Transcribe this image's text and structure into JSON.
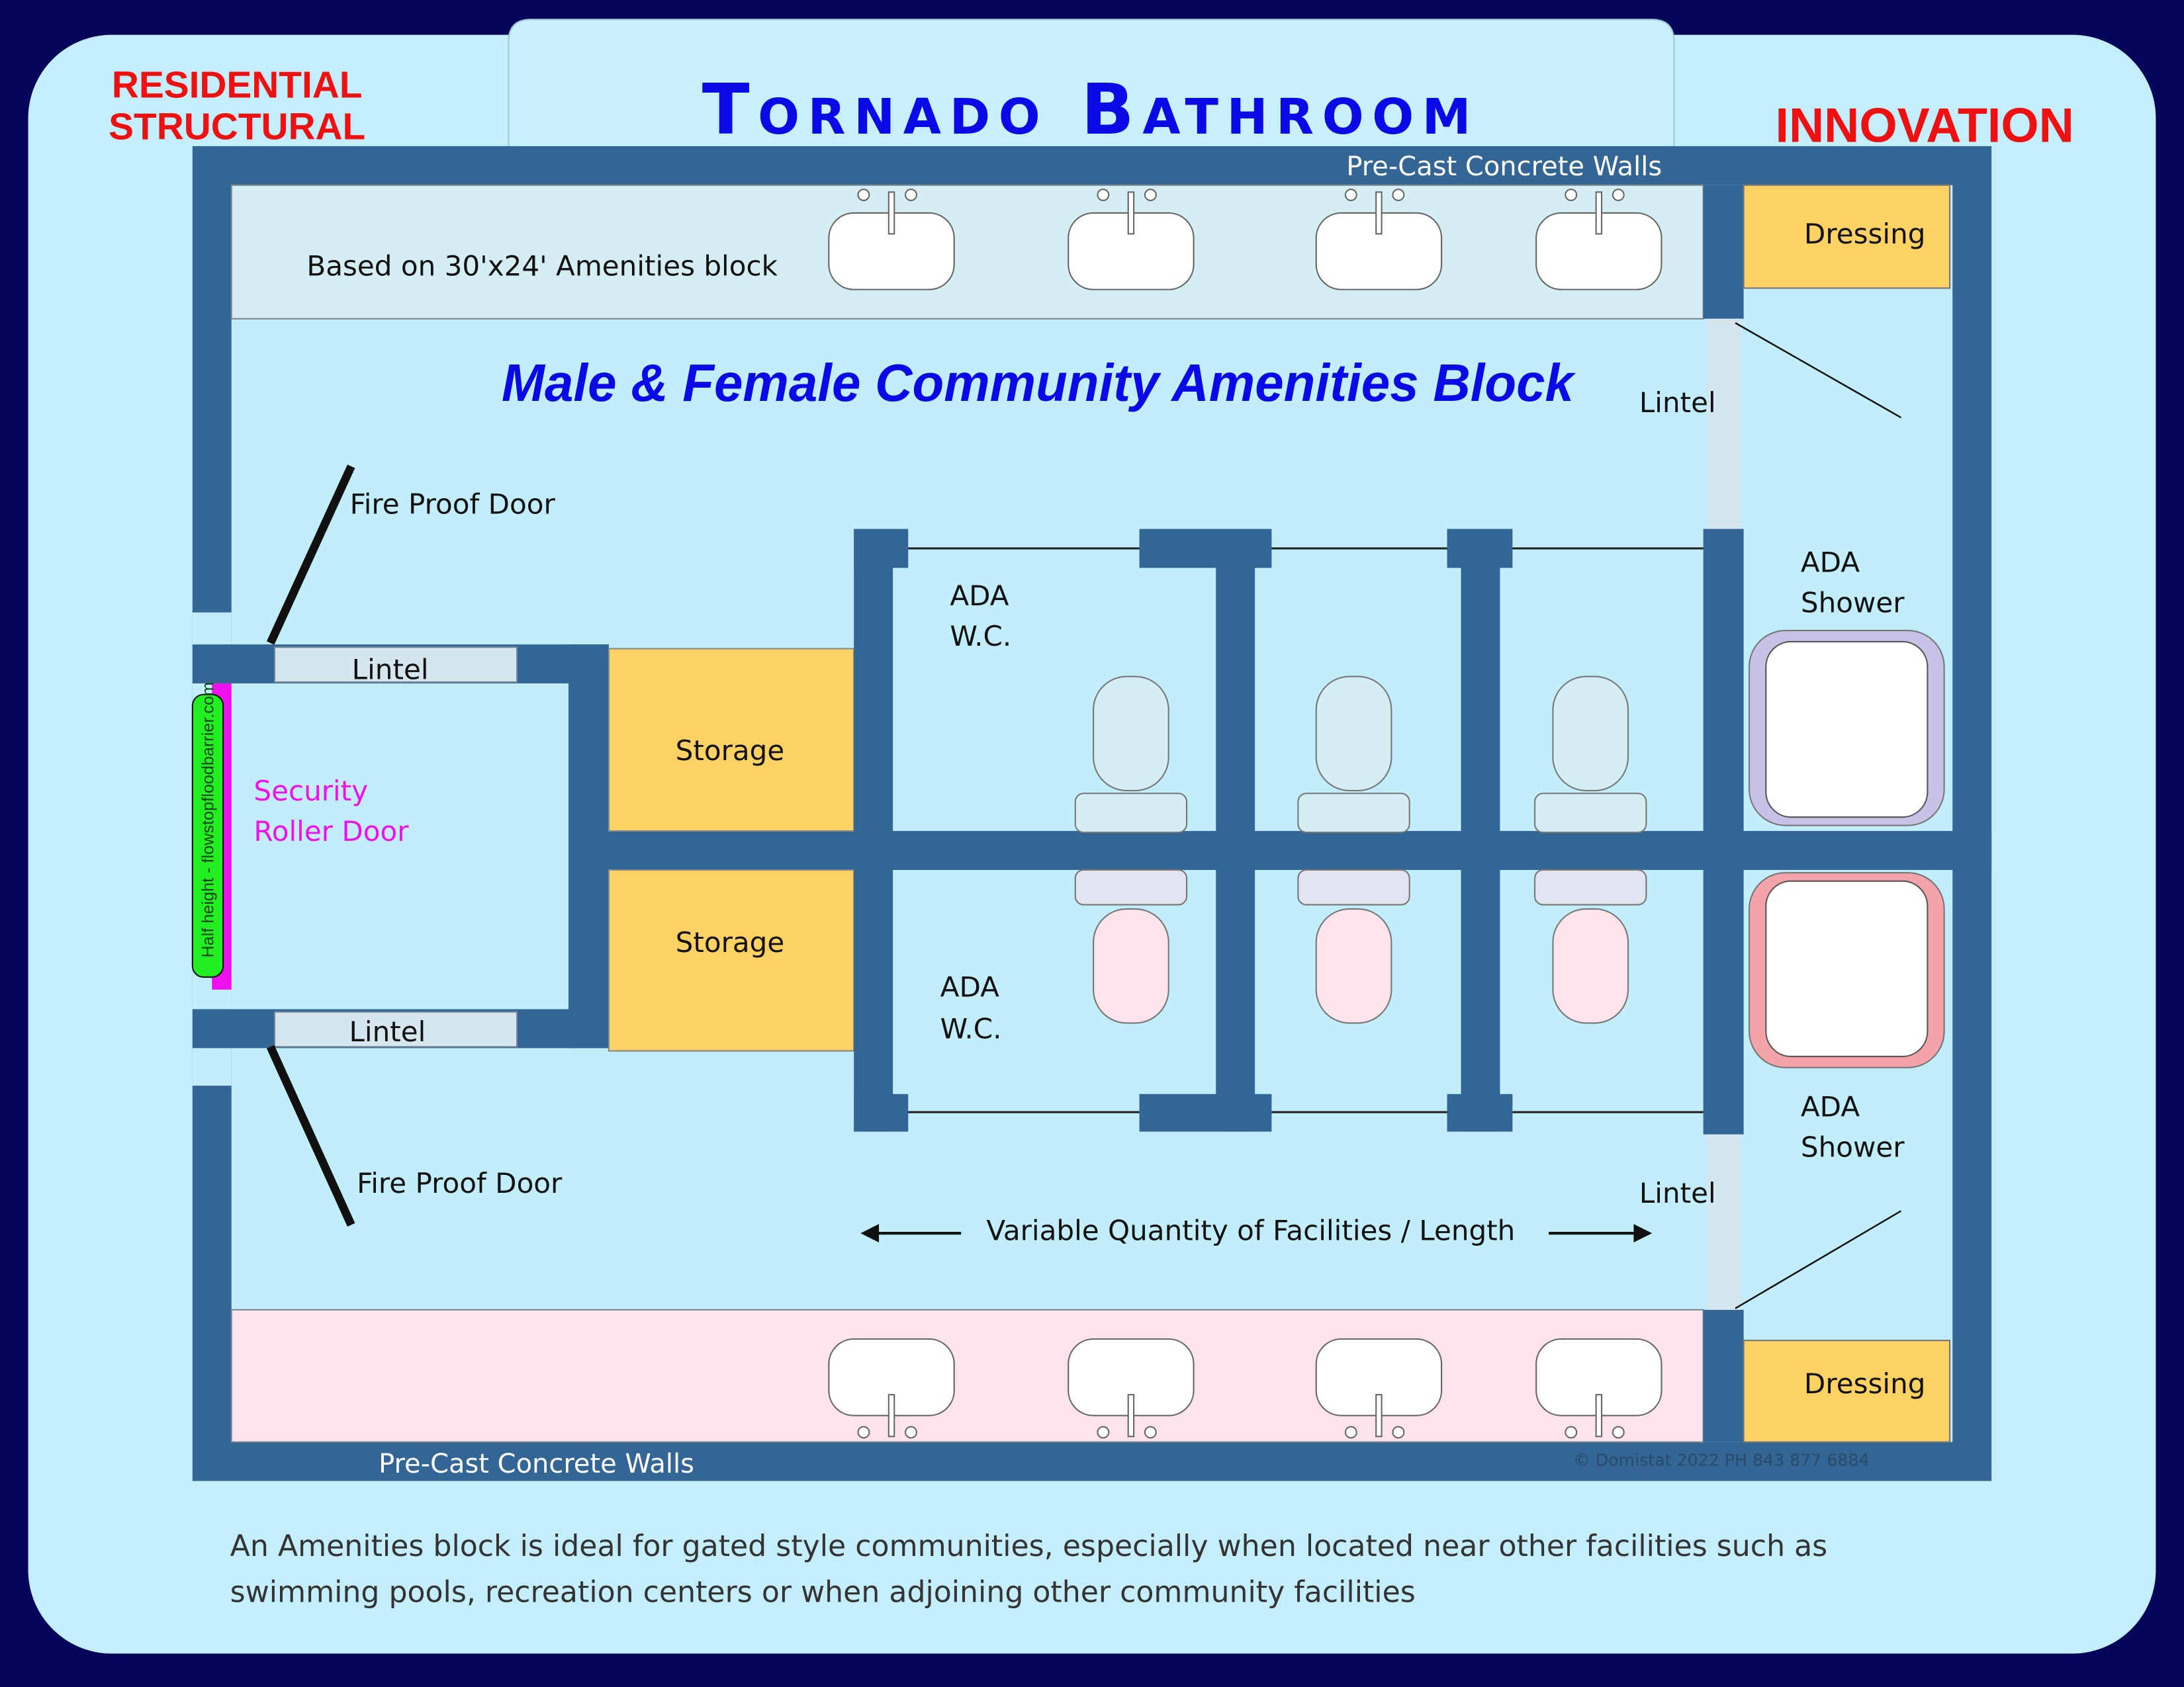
{
  "header": {
    "title": "Tornado Bathroom",
    "left_label_line1": "RESIDENTIAL",
    "left_label_line2": "STRUCTURAL",
    "right_label": "INNOVATION"
  },
  "plan": {
    "heading": "Male & Female Community Amenities  Block",
    "basis": "Based on 30'x24' Amenities block",
    "top_wall_label": "Pre-Cast Concrete Walls",
    "bottom_wall_label": "Pre-Cast Concrete Walls",
    "dressing_top": "Dressing",
    "dressing_bottom": "Dressing",
    "lintel_right_top": "Lintel",
    "lintel_right_bottom": "Lintel",
    "lintel_left_top": "Lintel",
    "lintel_left_bottom": "Lintel",
    "fire_door_top": "Fire Proof Door",
    "fire_door_bottom": "Fire Proof Door",
    "security_line1": "Security",
    "security_line2": "Roller Door",
    "flood_barrier": "Half height - flowstopfloodbarrier.com",
    "storage_top": "Storage",
    "storage_bottom": "Storage",
    "ada_wc_top_line1": "ADA",
    "ada_wc_top_line2": "W.C.",
    "ada_wc_bottom_line1": "ADA",
    "ada_wc_bottom_line2": "W.C.",
    "ada_shower_top_line1": "ADA",
    "ada_shower_top_line2": "Shower",
    "ada_shower_bottom_line1": "ADA",
    "ada_shower_bottom_line2": "Shower",
    "variable_note": "Variable Quantity of Facilities / Length",
    "copyright": "© Domistat 2022 PH 843 877 6884"
  },
  "footer": {
    "line1": "An Amenities block is ideal for gated style communities, especially when located near other facilities such as",
    "line2": "swimming pools, recreation centers or when adjoining other community facilities"
  },
  "colors": {
    "navy": "#05055a",
    "panel": "#c4eefb",
    "wall": "#336595",
    "storage": "#fed262",
    "title": "#0a0ae6",
    "red": "#ee1111",
    "magenta": "#ee11ee"
  }
}
